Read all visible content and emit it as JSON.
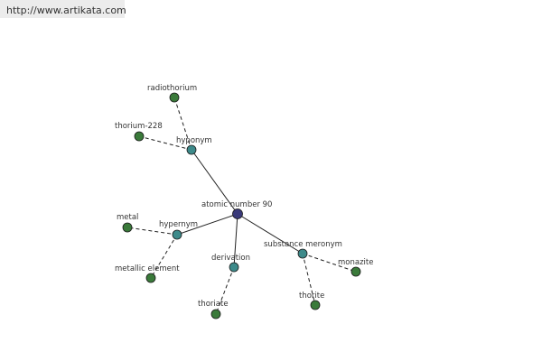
{
  "header": {
    "url": "http://www.artikata.com"
  },
  "colors": {
    "center_node": "#3a3a7a",
    "relation_node": "#3d8a8a",
    "leaf_node": "#3a7a3a",
    "edge": "#222222"
  },
  "graph": {
    "nodes": [
      {
        "id": "center",
        "label": "atomic number 90",
        "kind": "center"
      },
      {
        "id": "hyponym",
        "label": "hyponym",
        "kind": "relation"
      },
      {
        "id": "hypernym",
        "label": "hypernym",
        "kind": "relation"
      },
      {
        "id": "derivation",
        "label": "derivation",
        "kind": "relation"
      },
      {
        "id": "substance-meronym",
        "label": "substance meronym",
        "kind": "relation"
      },
      {
        "id": "radiothorium",
        "label": "radiothorium",
        "kind": "leaf"
      },
      {
        "id": "thorium-228",
        "label": "thorium-228",
        "kind": "leaf"
      },
      {
        "id": "metal",
        "label": "metal",
        "kind": "leaf"
      },
      {
        "id": "metallic-element",
        "label": "metallic element",
        "kind": "leaf"
      },
      {
        "id": "thoriate",
        "label": "thoriate",
        "kind": "leaf"
      },
      {
        "id": "thorite",
        "label": "thorite",
        "kind": "leaf"
      },
      {
        "id": "monazite",
        "label": "monazite",
        "kind": "leaf"
      }
    ],
    "edges": [
      {
        "from": "center",
        "to": "hyponym",
        "style": "solid"
      },
      {
        "from": "center",
        "to": "hypernym",
        "style": "solid"
      },
      {
        "from": "center",
        "to": "derivation",
        "style": "solid"
      },
      {
        "from": "center",
        "to": "substance-meronym",
        "style": "solid"
      },
      {
        "from": "hyponym",
        "to": "radiothorium",
        "style": "dashed"
      },
      {
        "from": "hyponym",
        "to": "thorium-228",
        "style": "dashed"
      },
      {
        "from": "hypernym",
        "to": "metal",
        "style": "dashed"
      },
      {
        "from": "hypernym",
        "to": "metallic-element",
        "style": "dashed"
      },
      {
        "from": "derivation",
        "to": "thoriate",
        "style": "dashed"
      },
      {
        "from": "substance-meronym",
        "to": "thorite",
        "style": "dashed"
      },
      {
        "from": "substance-meronym",
        "to": "monazite",
        "style": "dashed"
      }
    ]
  }
}
